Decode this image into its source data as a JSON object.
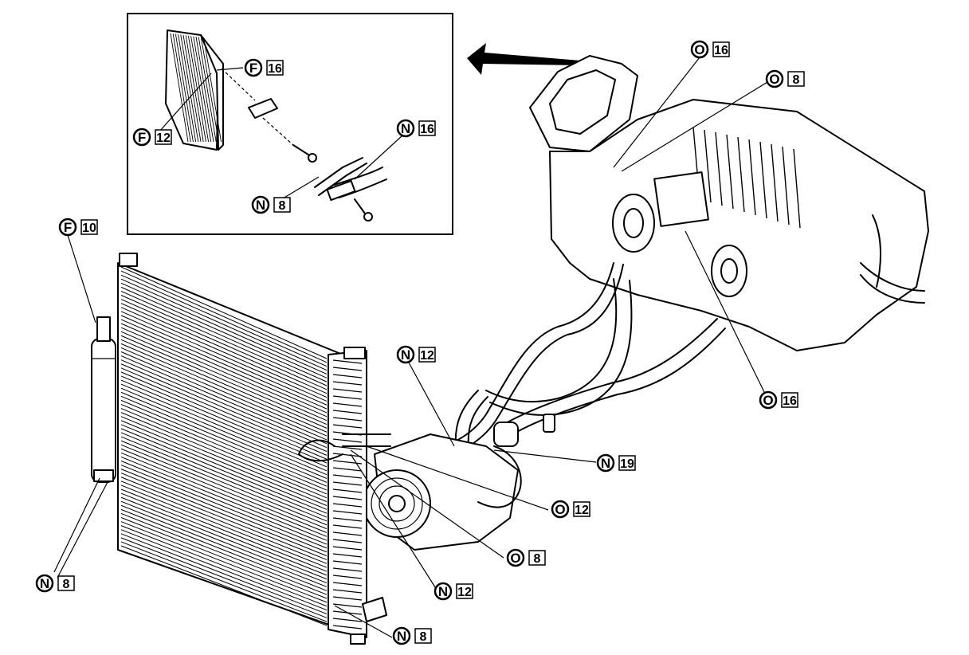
{
  "inset": {
    "callouts": [
      {
        "id": "inset-f-16",
        "letter": "F",
        "number": "16"
      },
      {
        "id": "inset-f-12",
        "letter": "F",
        "number": "12"
      },
      {
        "id": "inset-n-16",
        "letter": "N",
        "number": "16"
      },
      {
        "id": "inset-n-8",
        "letter": "N",
        "number": "8"
      }
    ]
  },
  "callouts": [
    {
      "id": "o-16-top",
      "letter": "O",
      "number": "16"
    },
    {
      "id": "o-8-top",
      "letter": "O",
      "number": "8"
    },
    {
      "id": "f-10",
      "letter": "F",
      "number": "10"
    },
    {
      "id": "n-12-upper",
      "letter": "N",
      "number": "12"
    },
    {
      "id": "o-16-lower",
      "letter": "O",
      "number": "16"
    },
    {
      "id": "n-19",
      "letter": "N",
      "number": "19"
    },
    {
      "id": "o-12",
      "letter": "O",
      "number": "12"
    },
    {
      "id": "o-8-lower",
      "letter": "O",
      "number": "8"
    },
    {
      "id": "n-8-left",
      "letter": "N",
      "number": "8"
    },
    {
      "id": "n-12-lower",
      "letter": "N",
      "number": "12"
    },
    {
      "id": "n-8-bottom",
      "letter": "N",
      "number": "8"
    }
  ]
}
